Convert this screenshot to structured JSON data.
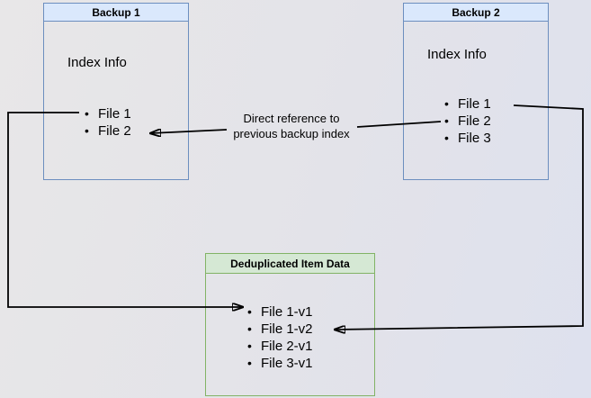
{
  "backup1": {
    "title": "Backup 1",
    "subtitle": "Index Info",
    "items": [
      "File 1",
      "File 2"
    ]
  },
  "backup2": {
    "title": "Backup 2",
    "subtitle": "Index Info",
    "items": [
      "File 1",
      "File 2",
      "File 3"
    ]
  },
  "dedup": {
    "title": "Deduplicated Item Data",
    "items": [
      "File 1-v1",
      "File 1-v2",
      "File 2-v1",
      "File 3-v1"
    ]
  },
  "annotation": {
    "line1": "Direct reference to",
    "line2": "previous backup index"
  },
  "glyphs": {
    "bullet": "•"
  },
  "colors": {
    "blue_border": "#6c8ebf",
    "blue_title_fill": "#dae8fc",
    "green_border": "#82b366",
    "green_title_fill": "#d5e8d4",
    "connector": "#000000",
    "text": "#000000",
    "background_left": "#e8e7e8",
    "background_right": "#dee1ee"
  }
}
